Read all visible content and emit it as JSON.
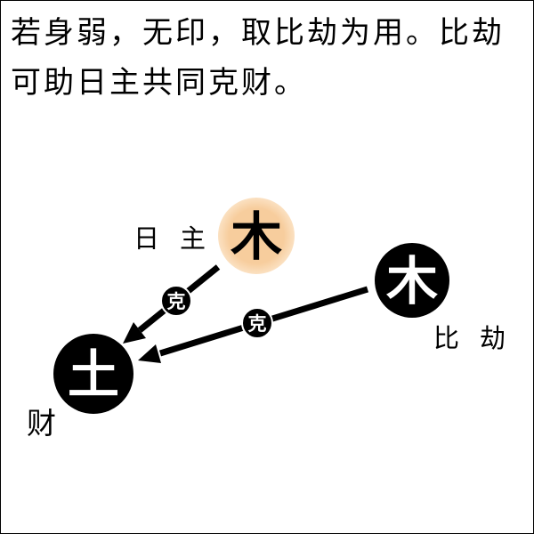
{
  "title_lines": [
    "若身弱，无印，取比劫为用。比劫",
    "可助日主共同克财。"
  ],
  "nodes": {
    "day_master": {
      "glyph": "木",
      "label": "日主"
    },
    "peer": {
      "glyph": "木",
      "label": "比劫"
    },
    "wealth": {
      "glyph": "土",
      "label": "财"
    }
  },
  "edges": [
    {
      "label": "克"
    },
    {
      "label": "克"
    }
  ],
  "colors": {
    "background": "#ffffff",
    "text": "#000000",
    "day_master_fill": "#f7cd9d",
    "day_master_edge": "#fbe1c2",
    "node_fill": "#000000",
    "glyph_on_dark": "#ffffff",
    "arrow": "#000000"
  }
}
